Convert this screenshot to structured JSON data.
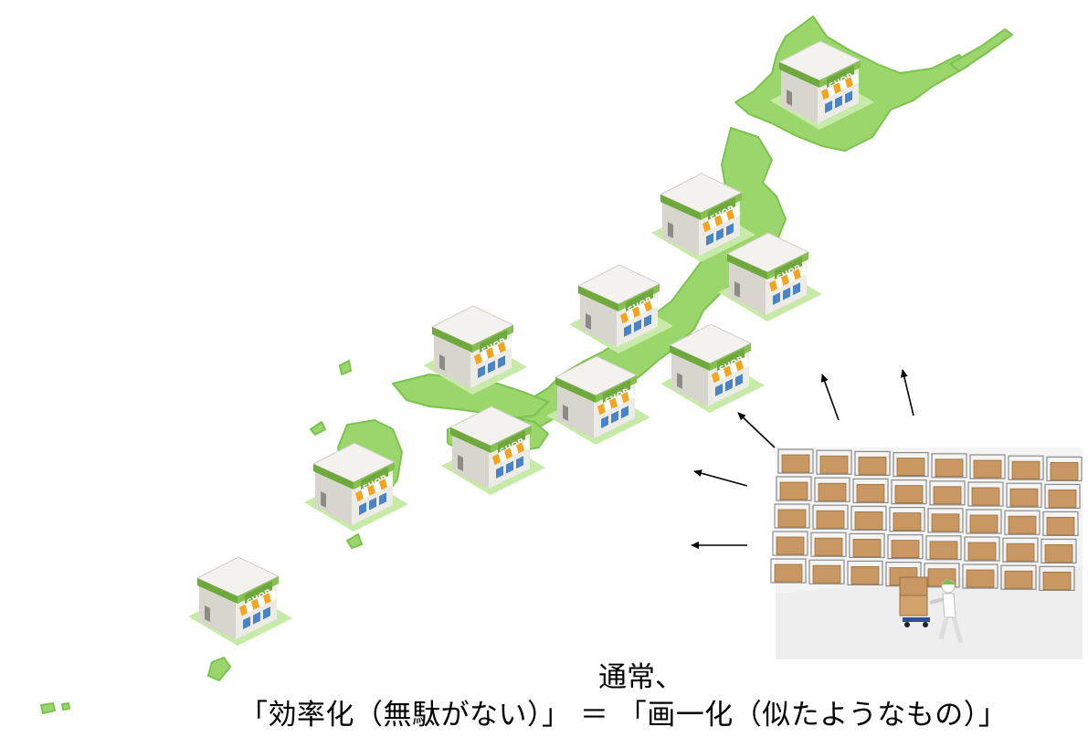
{
  "caption": {
    "line1": "通常、",
    "line2": "「効率化（無駄がない）」 ＝ 「画一化（似たようなもの）」"
  },
  "shop_sign_text": "SHOP",
  "shop_count": 10,
  "colors": {
    "land": "#9ad66b",
    "land_edge": "#7cc24e",
    "ground_tile": "#c8eaa8",
    "building_wall": "#ecebe6",
    "building_side": "#d7d5cd",
    "roof_band": "#6fa83c",
    "awning_orange": "#f4a41e",
    "awning_white": "#ffffff",
    "window_blue": "#4a84c4",
    "shelf_box": "#c99761",
    "shelf_frame": "#8a8a8a"
  },
  "icons": [
    "shop-icon",
    "arrow-icon",
    "warehouse-worker-icon"
  ]
}
